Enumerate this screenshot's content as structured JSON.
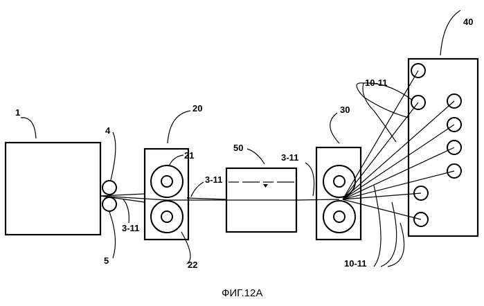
{
  "labels": {
    "unit1": "1",
    "roll4": "4",
    "roll5": "5",
    "unit20": "20",
    "roll21": "21",
    "roll22": "22",
    "unit50": "50",
    "unit30": "30",
    "unit40": "40",
    "tow_left": "3-11",
    "tow_mid": "3-11",
    "tow_right": "3-11",
    "strands_top": "10-11",
    "strands_bottom": "10-11"
  },
  "caption": "ФИГ.12А"
}
